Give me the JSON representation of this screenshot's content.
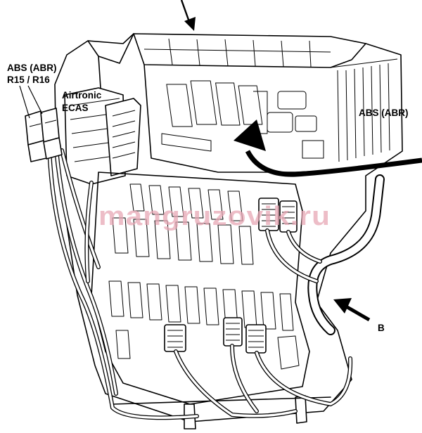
{
  "labels": {
    "abs_left_line1": "ABS (ABR)",
    "abs_left_line2": "R15 / R16",
    "airtronic_line1": "Airtronic",
    "airtronic_line2": "ECAS",
    "abs_right": "ABS (ABR)",
    "callout_b": "B"
  },
  "watermark": "mangruzovik.ru",
  "colors": {
    "ink": "#000000",
    "background": "#ffffff",
    "watermark": "#e7a7b5"
  }
}
